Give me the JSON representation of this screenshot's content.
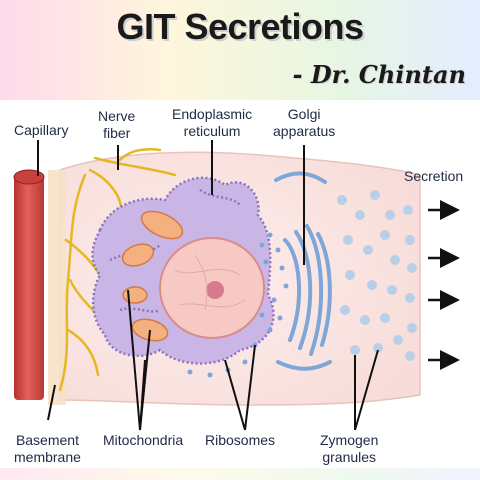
{
  "header": {
    "title": "GIT Secretions",
    "author": "- Dr. Chintan"
  },
  "labels": {
    "capillary": "Capillary",
    "nerve_fiber": [
      "Nerve",
      "fiber"
    ],
    "endoplasmic_reticulum": [
      "Endoplasmic",
      "reticulum"
    ],
    "golgi_apparatus": [
      "Golgi",
      "apparatus"
    ],
    "secretion": "Secretion",
    "basement_membrane": [
      "Basement",
      "membrane"
    ],
    "mitochondria": "Mitochondria",
    "ribosomes": "Ribosomes",
    "zymogen_granules": [
      "Zymogen",
      "granules"
    ]
  },
  "colors": {
    "capillary": "#d9534f",
    "nerve": "#e5b823",
    "er": "#9b86c6",
    "mitochondria": "#f0a56e",
    "nucleus": "#f6c9c4",
    "nucleolus": "#d67a8c",
    "golgi": "#7fa6d8",
    "granule": "#b9cfe8",
    "cytoplasm": "#fbe6e3"
  }
}
